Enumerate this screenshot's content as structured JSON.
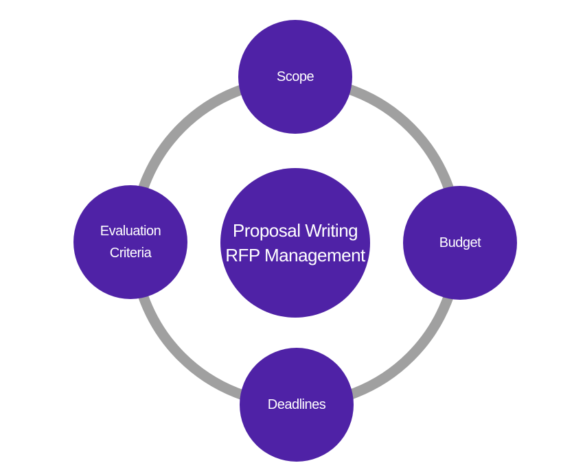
{
  "colors": {
    "node": "#4f22a6",
    "ring": "#a0a0a0",
    "text": "#ffffff"
  },
  "center": {
    "line1": "Proposal Writing",
    "line2": "RFP Management"
  },
  "nodes": {
    "top": {
      "label": "Scope"
    },
    "right": {
      "label": "Budget"
    },
    "bottom": {
      "label": "Deadlines"
    },
    "left": {
      "line1": "Evaluation",
      "line2": "Criteria"
    }
  }
}
